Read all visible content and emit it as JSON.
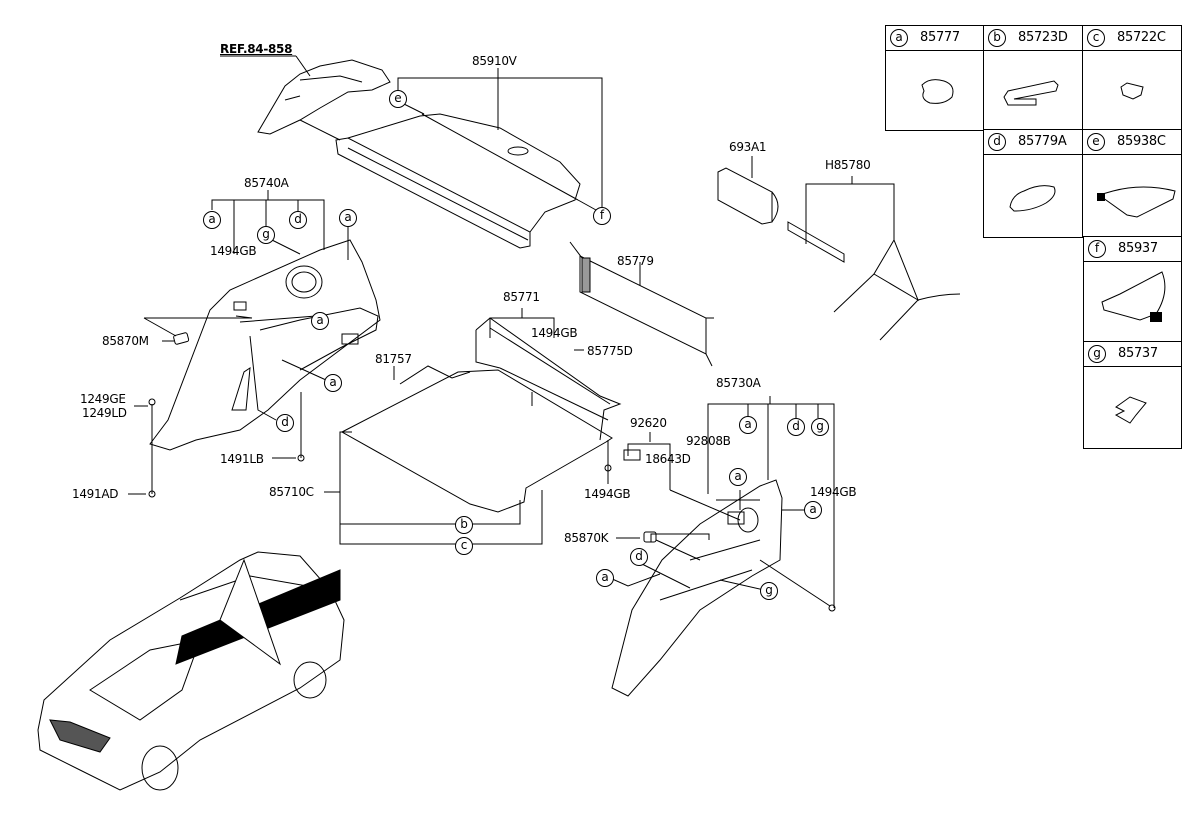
{
  "diagram": {
    "reference": "REF.84-858",
    "parts": {
      "tonneau_cover": "85910V",
      "left_trim_assy": "85740A",
      "screw_clip_left": "1494GB",
      "cover_left": "85870M",
      "bolt_a": "1249GE",
      "bolt_b": "1249LD",
      "nut_lb": "1491LB",
      "nut_ad": "1491AD",
      "transverse_trim": "85771",
      "clip_transverse": "1494GB",
      "hook_85775D": "85775D",
      "clip_81757": "81757",
      "cargo_net": "85779",
      "luggage_board": "85710C",
      "clip_right_lower": "1494GB",
      "first_aid": "693A1",
      "warning_triangle": "H85780",
      "right_trim_assy": "85730A",
      "lamp_assy": "92620",
      "bulb": "18643D",
      "power_outlet": "92808B",
      "clip_right": "1494GB",
      "cover_right": "85870K"
    },
    "callouts": [
      "a",
      "b",
      "c",
      "d",
      "e",
      "f",
      "g"
    ]
  },
  "legend": [
    {
      "letter": "a",
      "code": "85777"
    },
    {
      "letter": "b",
      "code": "85723D"
    },
    {
      "letter": "c",
      "code": "85722C"
    },
    {
      "letter": "d",
      "code": "85779A"
    },
    {
      "letter": "e",
      "code": "85938C"
    },
    {
      "letter": "f",
      "code": "85937"
    },
    {
      "letter": "g",
      "code": "85737"
    }
  ]
}
